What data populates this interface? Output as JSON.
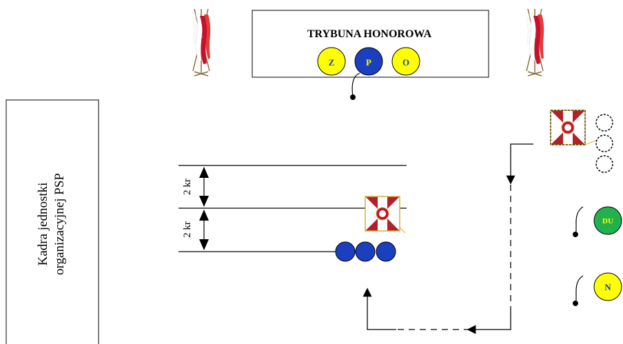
{
  "tribune": {
    "title": "TRYBUNA HONOROWA",
    "circles": [
      {
        "label": "Z",
        "fill": "#ffff00",
        "text": "#1a3fbf"
      },
      {
        "label": "P",
        "fill": "#1a3fbf",
        "text": "#ffff00"
      },
      {
        "label": "O",
        "fill": "#ffff00",
        "text": "#1a3fbf"
      }
    ]
  },
  "side_panel": {
    "line1": "Kadra jednostki",
    "line2": "organizacyjnej PSP"
  },
  "distances": [
    "2 kr",
    "2 kr"
  ],
  "markers": {
    "du": {
      "label": "DU",
      "fill": "#22b14c",
      "text": "#ffff00"
    },
    "n": {
      "label": "N",
      "fill": "#ffff00",
      "text": "#1a3fbf"
    }
  },
  "colors": {
    "flag_red": "#c8102e",
    "banner_red": "#b3202a",
    "blue": "#1a3fbf",
    "yellow": "#ffff00",
    "green": "#22b14c"
  }
}
